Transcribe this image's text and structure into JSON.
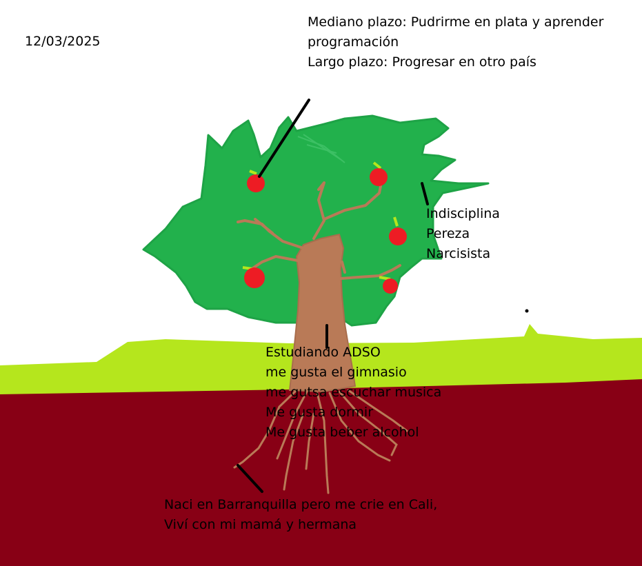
{
  "date": "12/03/2025",
  "goals": {
    "line1": "Mediano plazo: Pudrirme en plata y aprender",
    "line2": "programación",
    "line3": "Largo plazo: Progresar en otro país"
  },
  "weaknesses": [
    "Indisciplina",
    "Pereza",
    "Narcisista"
  ],
  "present": [
    "Estudiando ADSO",
    "me gusta el gimnasio",
    "me gutsa escuchar musica",
    "Me gusta dormir",
    "Me gusta beber alcohol"
  ],
  "origin": {
    "line1": "Naci en Barranquilla pero me crie en Cali,",
    "line2": "Viví con mi mamá y hermana"
  },
  "colors": {
    "canopy": "#22b14c",
    "grass": "#b5e61d",
    "soil": "#880015",
    "trunk": "#b97a57",
    "fruit": "#ed1c24",
    "stem": "#b5e61d"
  }
}
